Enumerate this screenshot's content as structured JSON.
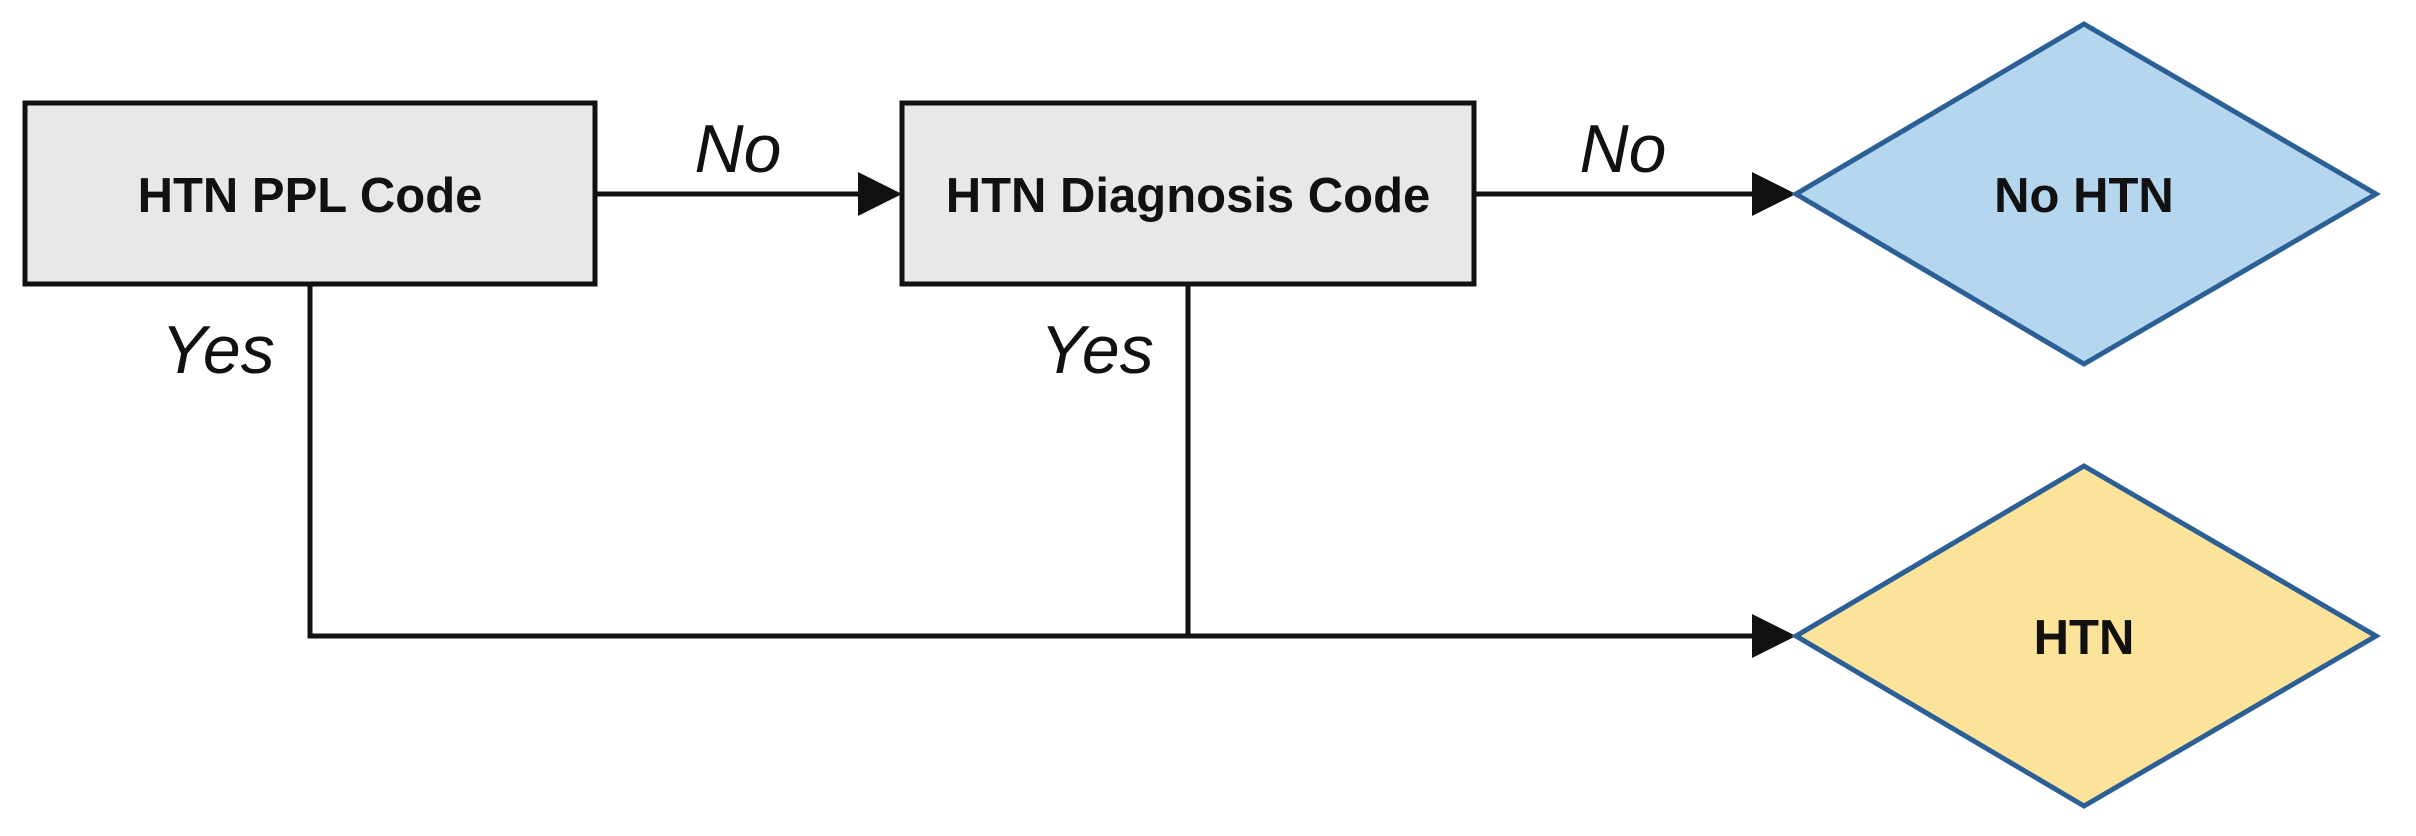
{
  "nodes": {
    "ppl_code": {
      "label": "HTN PPL Code"
    },
    "diagnosis_code": {
      "label": "HTN Diagnosis Code"
    },
    "no_htn": {
      "label": "No HTN"
    },
    "htn": {
      "label": "HTN"
    }
  },
  "edges": {
    "ppl_no": {
      "label": "No"
    },
    "diagnosis_no": {
      "label": "No"
    },
    "ppl_yes": {
      "label": "Yes"
    },
    "diagnosis_yes": {
      "label": "Yes"
    }
  },
  "colors": {
    "box_fill": "#e8e8e8",
    "no_htn_fill": "#b5d6ef",
    "no_htn_stroke": "#2b5f96",
    "htn_fill": "#fbe39a",
    "htn_stroke": "#2b5f96",
    "line": "#111111"
  }
}
